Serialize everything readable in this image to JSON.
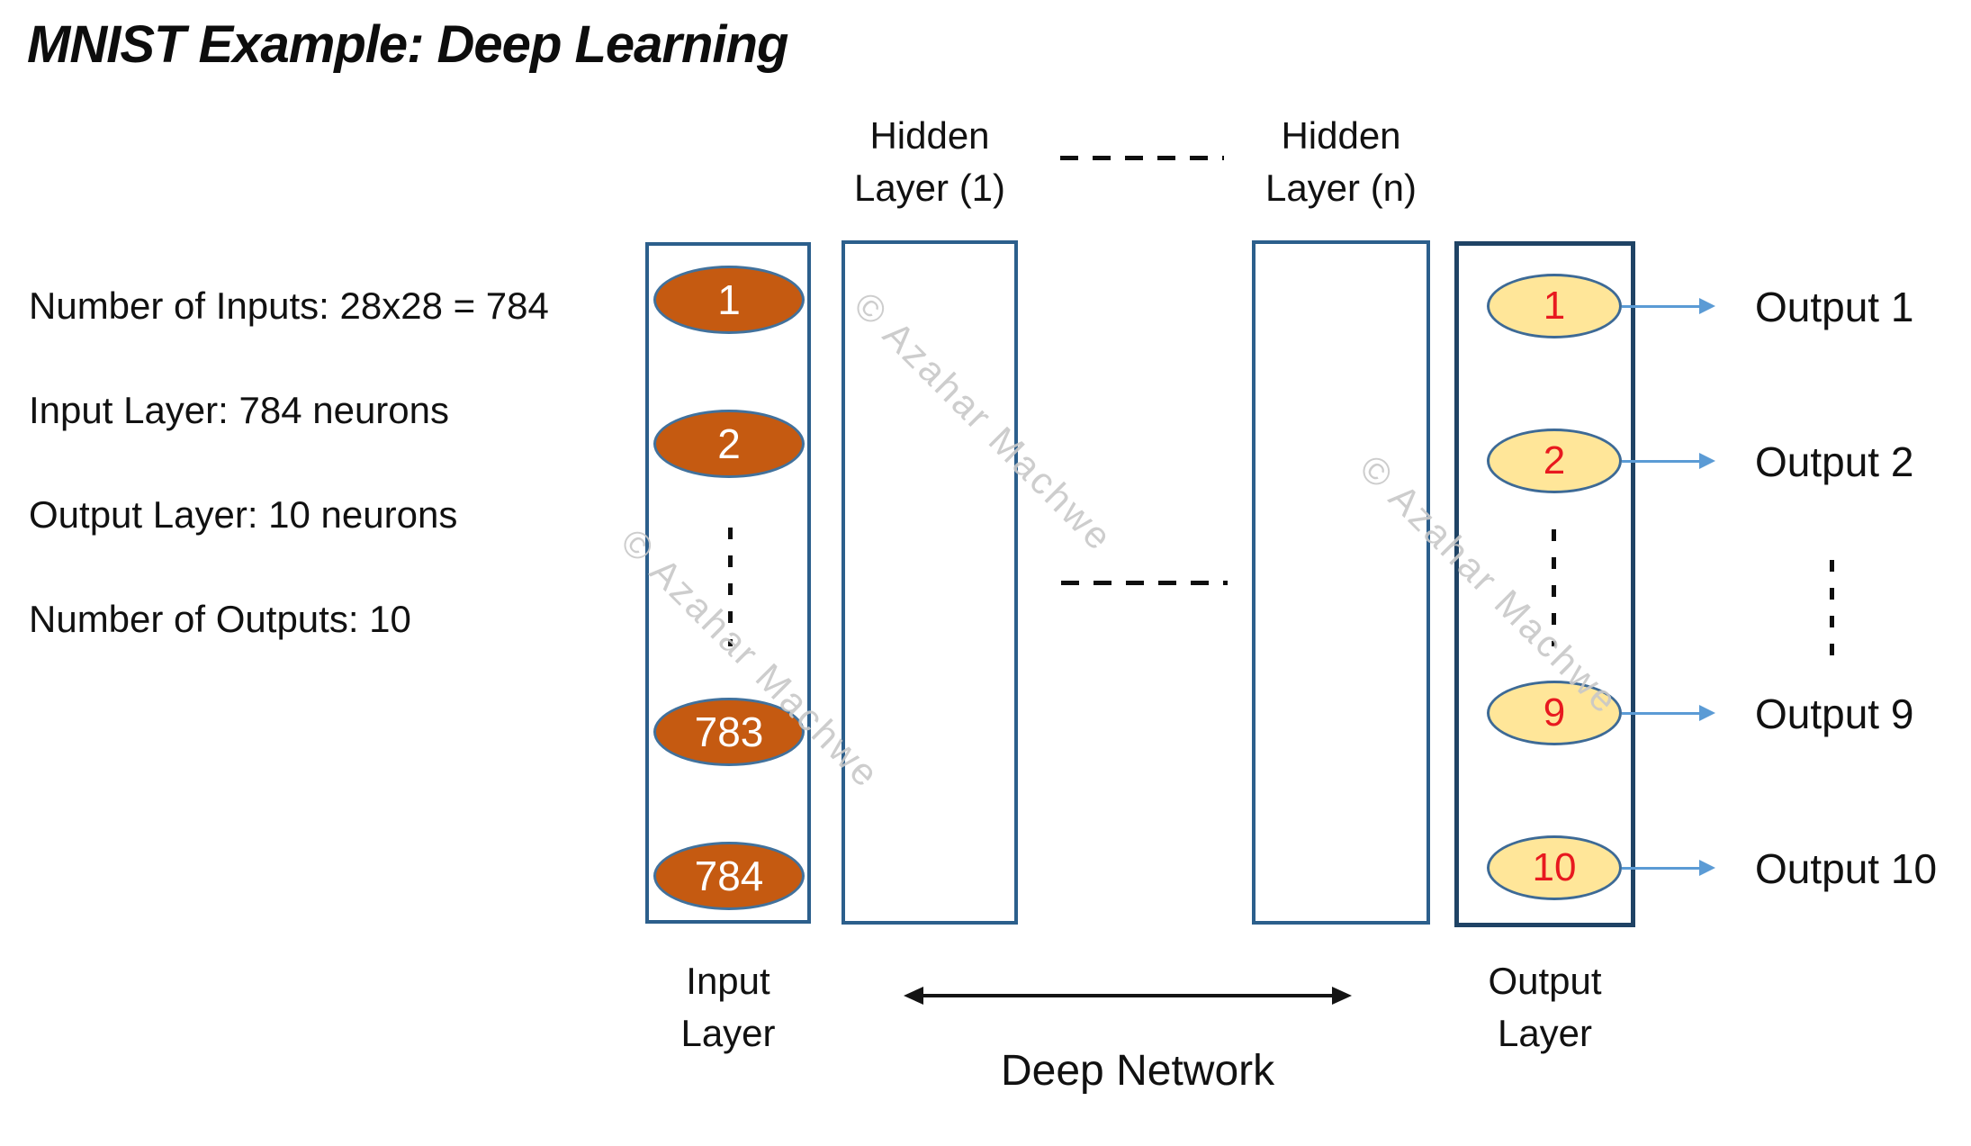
{
  "title": "MNIST Example: Deep Learning",
  "facts": {
    "line1": "Number of Inputs: 28x28 = 784",
    "line2": "Input Layer: 784 neurons",
    "line3": "Output Layer: 10 neurons",
    "line4": "Number of Outputs: 10"
  },
  "input_layer": {
    "label_line1": "Input",
    "label_line2": "Layer",
    "neurons": [
      "1",
      "2",
      "783",
      "784"
    ]
  },
  "hidden_layer_1": {
    "label_line1": "Hidden",
    "label_line2": "Layer (1)"
  },
  "hidden_layer_n": {
    "label_line1": "Hidden",
    "label_line2": "Layer (n)"
  },
  "output_layer": {
    "label_line1": "Output",
    "label_line2": "Layer",
    "neurons": [
      "1",
      "2",
      "9",
      "10"
    ]
  },
  "output_labels": [
    "Output 1",
    "Output 2",
    "Output 9",
    "Output 10"
  ],
  "deep_network_label": "Deep Network",
  "watermark_text": "© Azahar Machwe",
  "colors": {
    "input_neuron_fill": "#c55a11",
    "output_neuron_fill": "#ffe699",
    "neuron_border": "#41719c",
    "layer_box_border": "#2c5f8c",
    "output_box_border": "#1f4365",
    "output_digit_red": "#e8191f",
    "output_arrow_blue": "#5b9bd5",
    "watermark_gray": "#c8c8c8"
  }
}
